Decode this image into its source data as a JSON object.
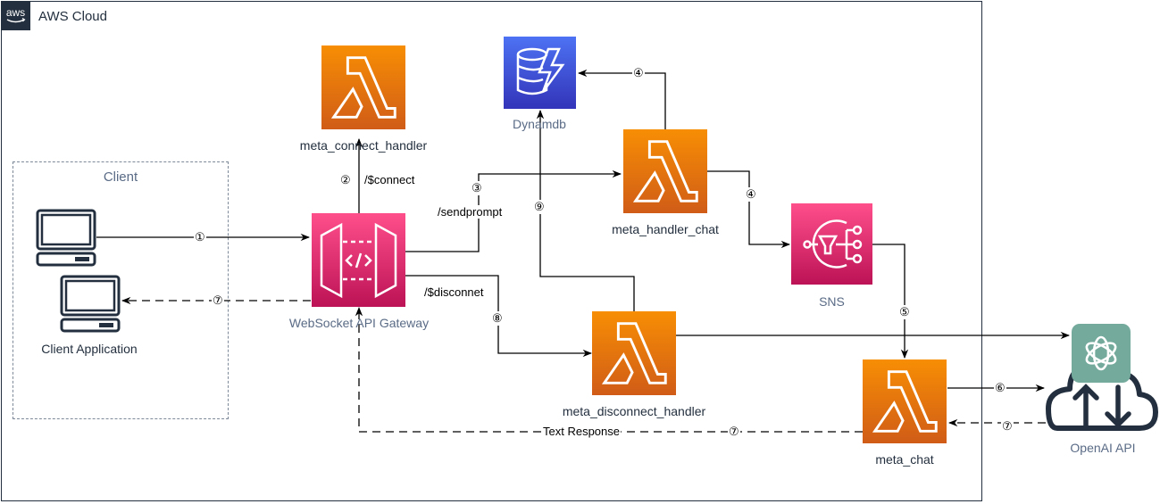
{
  "group": {
    "provider_badge": "aws",
    "title": "AWS Cloud"
  },
  "client_group": {
    "title": "Client",
    "app_label": "Client Application"
  },
  "nodes": {
    "api_gateway": {
      "label": "WebSocket API Gateway",
      "icon": "api-gateway-icon",
      "color": "#e7157b"
    },
    "connect_handler": {
      "label": "meta_connect_handler",
      "icon": "lambda-icon",
      "color": "#ed7100"
    },
    "dynamodb": {
      "label": "Dynamdb",
      "icon": "dynamodb-icon",
      "color": "#3b48cc"
    },
    "handler_chat": {
      "label": "meta_handler_chat",
      "icon": "lambda-icon",
      "color": "#ed7100"
    },
    "sns": {
      "label": "SNS",
      "icon": "sns-icon",
      "color": "#e7157b"
    },
    "disconnect_handler": {
      "label": "meta_disconnect_handler",
      "icon": "lambda-icon",
      "color": "#ed7100"
    },
    "meta_chat": {
      "label": "meta_chat",
      "icon": "lambda-icon",
      "color": "#ed7100"
    },
    "openai": {
      "label": "OpenAI API",
      "icon": "openai-icon",
      "color": "#74aa9c"
    }
  },
  "edges": {
    "client_to_gateway": {
      "step": "①"
    },
    "gateway_to_client": {
      "step": "⑦"
    },
    "gateway_to_connect": {
      "step": "②",
      "route": "/$connect"
    },
    "gateway_to_chat": {
      "step": "③",
      "route": "/sendprompt"
    },
    "chat_to_dynamo": {
      "step": "④"
    },
    "chat_to_sns": {
      "step": "④"
    },
    "sns_to_meta_chat": {
      "step": "⑤"
    },
    "meta_chat_to_openai": {
      "step": "⑥"
    },
    "openai_to_meta_chat": {
      "step": "⑦"
    },
    "meta_chat_to_gateway": {
      "step": "⑦",
      "label": "Text Response"
    },
    "gateway_to_disconnect": {
      "step": "⑧",
      "route": "/$disconnet"
    },
    "disconnect_to_dynamo": {
      "step": "⑨"
    }
  }
}
